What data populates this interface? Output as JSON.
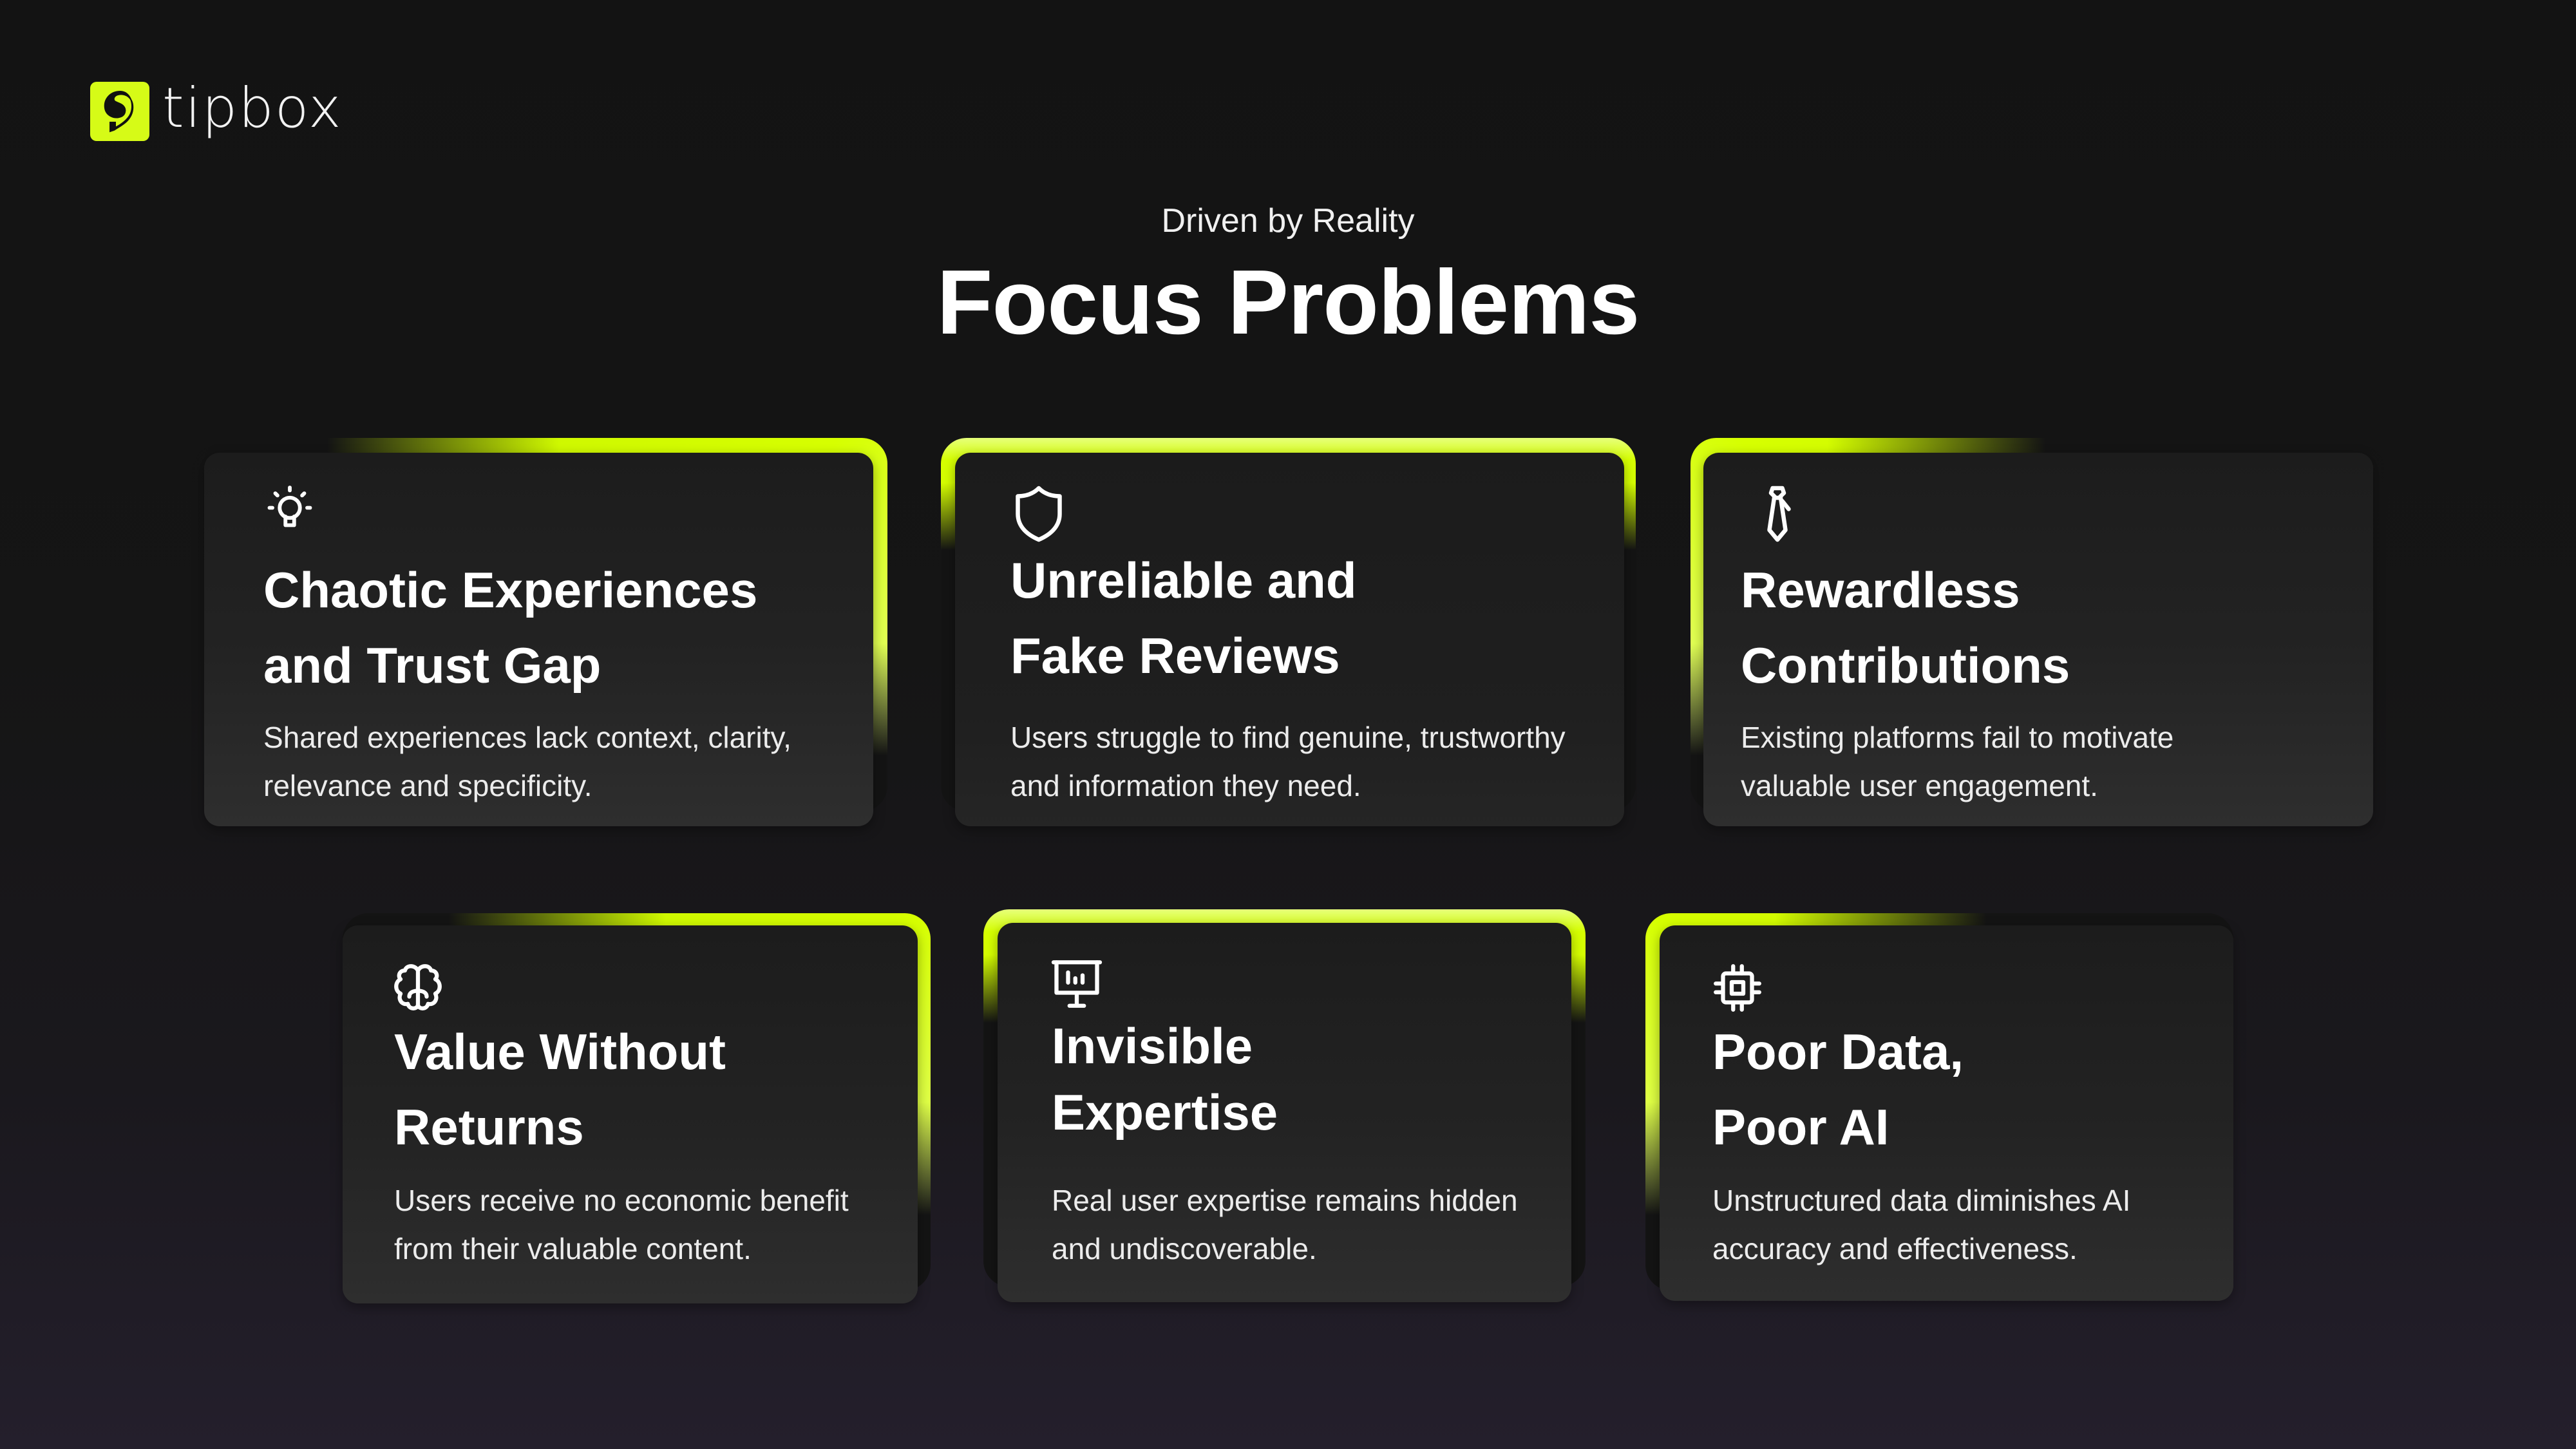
{
  "brand": {
    "name": "tipbox",
    "accent_color": "#d6fb17",
    "logo_icon": "tipbox-logo-icon"
  },
  "header": {
    "eyebrow": "Driven by Reality",
    "title": "Focus Problems"
  },
  "cards": [
    {
      "icon": "lightbulb-icon",
      "title_line1": "Chaotic Experiences",
      "title_line2": "and Trust Gap",
      "desc_line1": "Shared experiences lack context, clarity,",
      "desc_line2": "relevance and specificity."
    },
    {
      "icon": "shield-icon",
      "title_line1": "Unreliable and",
      "title_line2": "Fake Reviews",
      "desc_line1": "Users struggle to find genuine, trustworthy",
      "desc_line2": "and information they need."
    },
    {
      "icon": "tie-icon",
      "title_line1": "Rewardless",
      "title_line2": "Contributions",
      "desc_line1": "Existing platforms fail to motivate",
      "desc_line2": "valuable user engagement."
    },
    {
      "icon": "brain-icon",
      "title_line1": "Value Without",
      "title_line2": "Returns",
      "desc_line1": "Users receive no economic benefit",
      "desc_line2": "from their valuable content."
    },
    {
      "icon": "presentation-chart-icon",
      "title_line1": "Invisible",
      "title_line2": "Expertise",
      "desc_line1": "Real user expertise remains hidden",
      "desc_line2": "and undiscoverable."
    },
    {
      "icon": "cpu-chip-icon",
      "title_line1": "Poor Data,",
      "title_line2": "Poor AI",
      "desc_line1": "Unstructured data diminishes AI",
      "desc_line2": "accuracy and effectiveness."
    }
  ]
}
